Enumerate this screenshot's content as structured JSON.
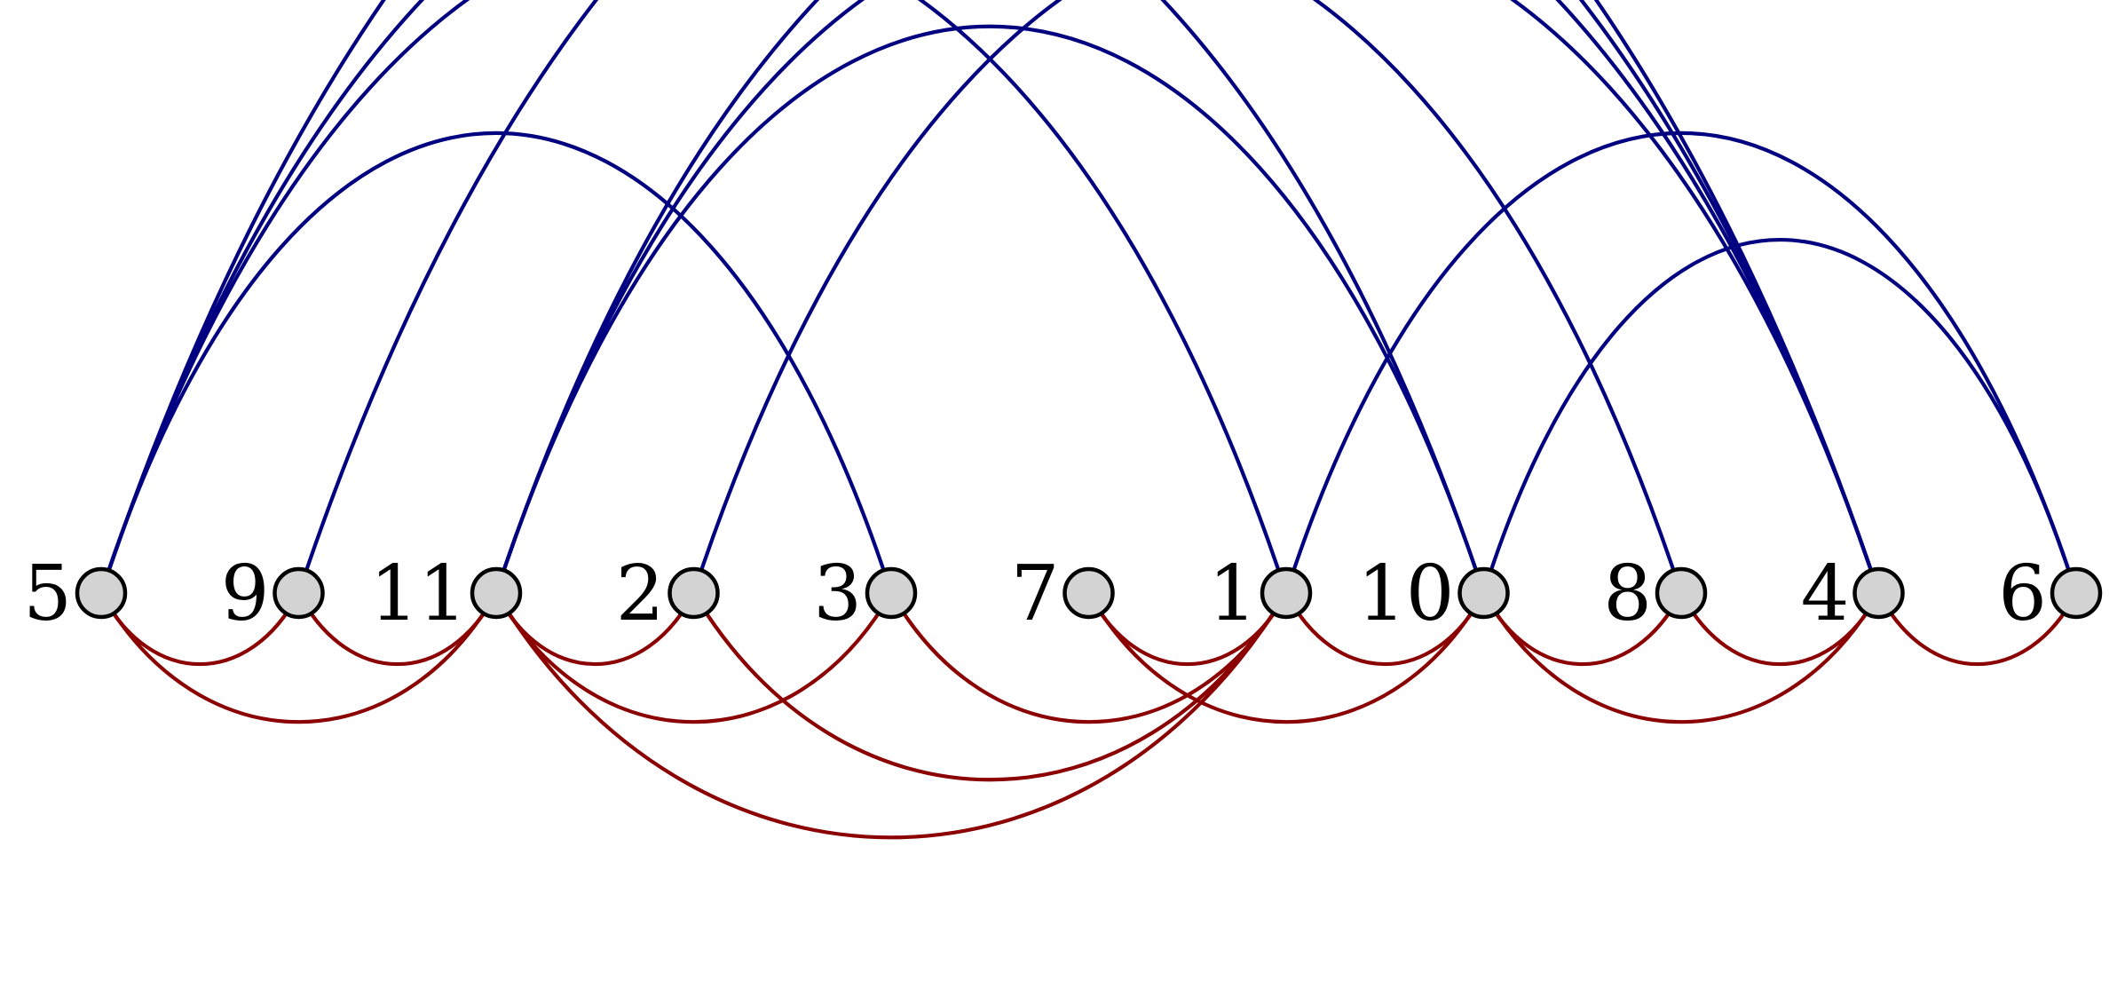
{
  "diagram": {
    "type": "arc-diagram",
    "vertex_order": [
      "5",
      "9",
      "11",
      "2",
      "3",
      "7",
      "1",
      "10",
      "8",
      "4",
      "6"
    ],
    "colors": {
      "upper_arcs": "#000080",
      "lower_arcs": "#8b0000",
      "vertex_fill": "#d3d3d3",
      "vertex_stroke": "#000000"
    },
    "upper_edges": [
      [
        "5",
        "4"
      ],
      [
        "5",
        "10"
      ],
      [
        "5",
        "1"
      ],
      [
        "5",
        "3"
      ],
      [
        "9",
        "4"
      ],
      [
        "11",
        "4"
      ],
      [
        "11",
        "8"
      ],
      [
        "11",
        "10"
      ],
      [
        "2",
        "4"
      ],
      [
        "1",
        "6"
      ],
      [
        "10",
        "6"
      ]
    ],
    "lower_edges": [
      [
        "5",
        "9"
      ],
      [
        "5",
        "11"
      ],
      [
        "9",
        "11"
      ],
      [
        "11",
        "2"
      ],
      [
        "11",
        "3"
      ],
      [
        "11",
        "1"
      ],
      [
        "2",
        "1"
      ],
      [
        "3",
        "1"
      ],
      [
        "7",
        "1"
      ],
      [
        "7",
        "10"
      ],
      [
        "1",
        "10"
      ],
      [
        "10",
        "8"
      ],
      [
        "10",
        "4"
      ],
      [
        "8",
        "4"
      ],
      [
        "4",
        "6"
      ]
    ]
  }
}
